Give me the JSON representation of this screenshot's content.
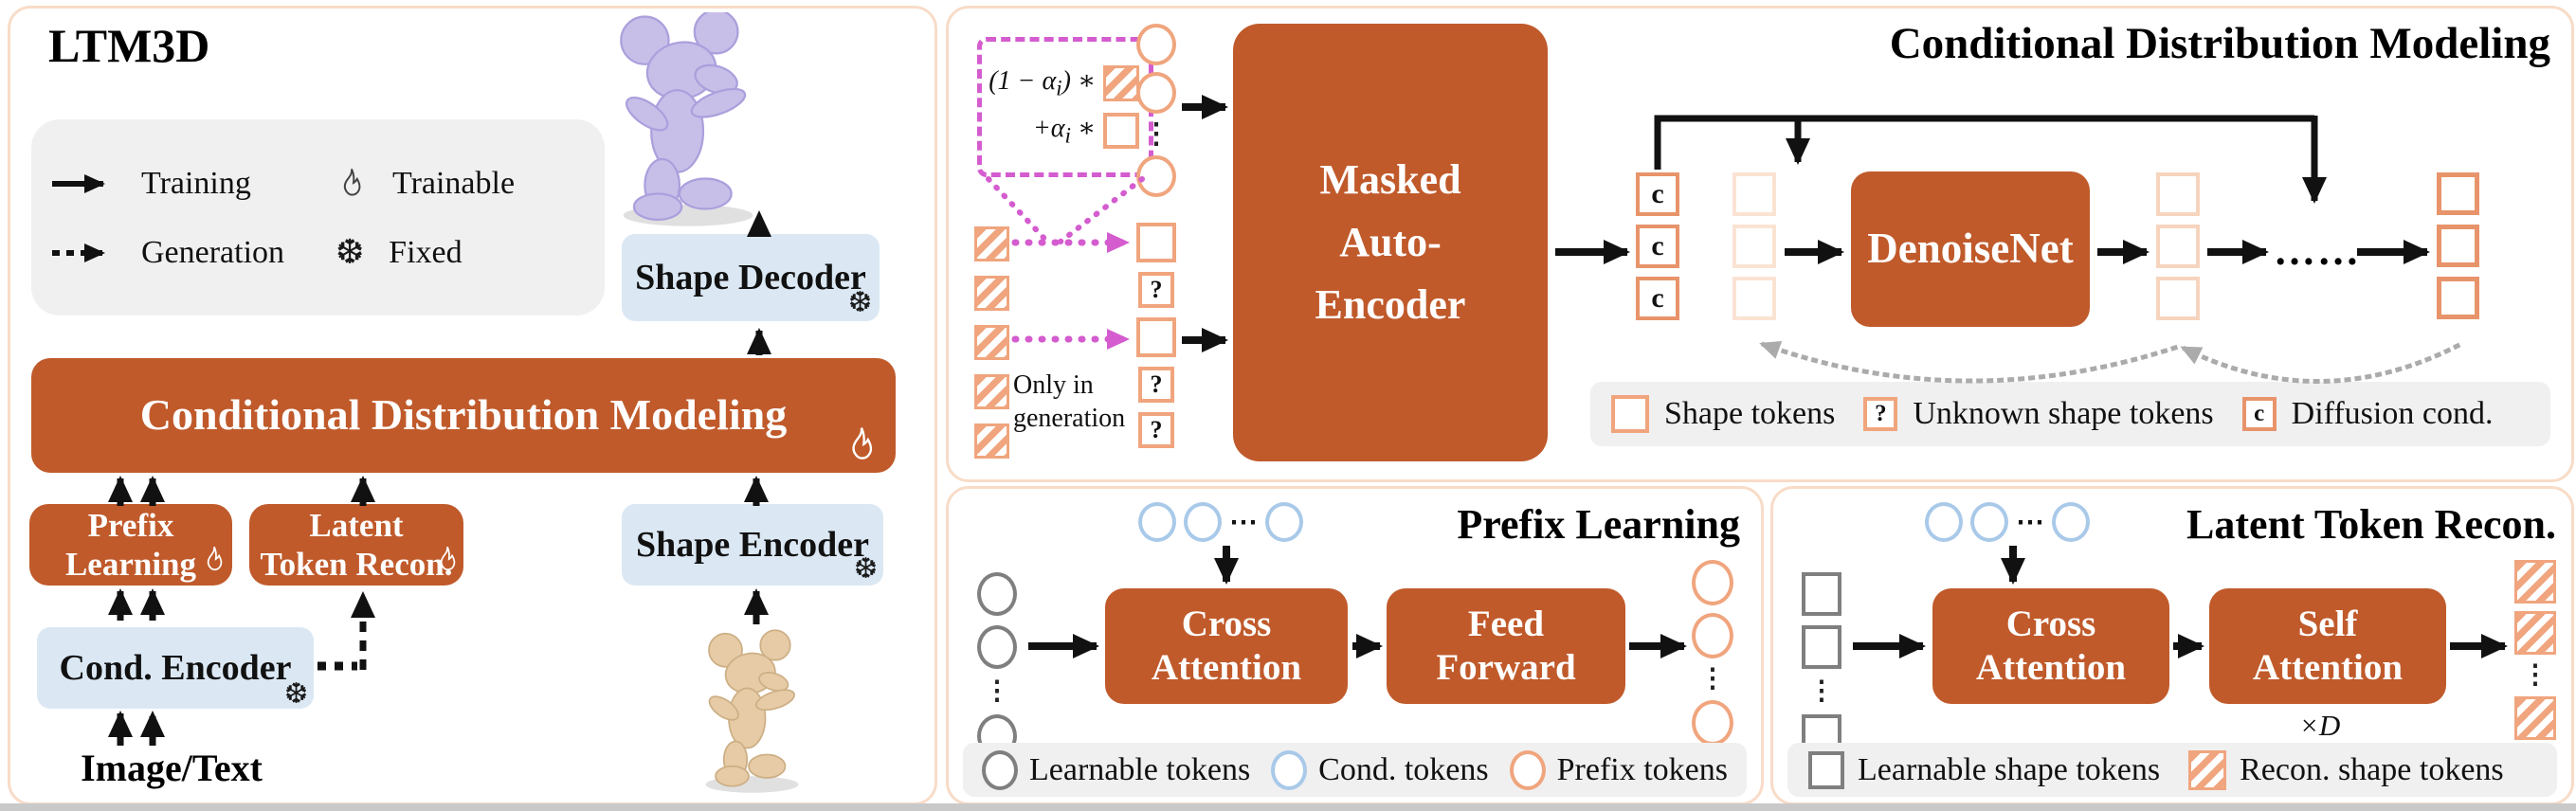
{
  "figure": {
    "name": "LTM3D architecture figure",
    "glyphs": {
      "vdots": "⋮",
      "hdots": "⋯",
      "dots": "……"
    }
  },
  "colors": {
    "accent_orange": "#C05A2B",
    "token_salmon": "#F0A57E",
    "token_salmon_strong": "#E8946B",
    "token_faded": "#FAE3D3",
    "blue_box_fill": "#DBE8F4",
    "blue_circle_stroke": "#A9C9E9",
    "gray_stroke": "#7F7F7F",
    "magenta": "#D45CCF",
    "panel_border": "#F8DCC8",
    "legend_bg": "#F0F0F0",
    "arc_gray": "#ABABAB"
  },
  "icons": {
    "trainable": "flame-outline",
    "fixed": "snowflake ❆",
    "training_arrow": "solid-arrow",
    "generation_arrow": "dashed-arrow"
  },
  "left_panel": {
    "title": "LTM3D",
    "legend": {
      "training": "Training",
      "generation": "Generation",
      "trainable": "Trainable",
      "fixed": "Fixed"
    },
    "cdm": "Conditional Distribution Modeling",
    "prefix": {
      "line1": "Prefix",
      "line2": "Learning"
    },
    "latent": {
      "line1": "Latent",
      "line2": "Token Recon."
    },
    "shape_encoder": "Shape Encoder",
    "shape_decoder": "Shape Decoder",
    "cond_encoder": "Cond. Encoder",
    "input": "Image/Text"
  },
  "cdm_panel": {
    "title": "Conditional Distribution Modeling",
    "formula": {
      "line1_pre": "(1 − α",
      "line1_sub": "i",
      "line1_post": ") ∗",
      "line2_pre": "+α",
      "line2_sub": "i",
      "line2_post": " ∗"
    },
    "only_in": {
      "line1": "Only in",
      "line2": "generation"
    },
    "mae": {
      "line1": "Masked",
      "line2": "Auto-",
      "line3": "Encoder"
    },
    "denoisenet": "DenoiseNet",
    "c": "c",
    "q": "?",
    "dots": "……",
    "legend": {
      "shape": "Shape tokens",
      "unknown": "Unknown shape tokens",
      "cond": "Diffusion cond."
    }
  },
  "prefix_panel": {
    "title": "Prefix Learning",
    "cross": {
      "line1": "Cross",
      "line2": "Attention"
    },
    "feed": {
      "line1": "Feed",
      "line2": "Forward"
    },
    "legend": {
      "learnable": "Learnable tokens",
      "cond": "Cond. tokens",
      "prefix": "Prefix tokens"
    }
  },
  "latent_panel": {
    "title": "Latent Token Recon.",
    "cross": {
      "line1": "Cross",
      "line2": "Attention"
    },
    "self": {
      "line1": "Self",
      "line2": "Attention"
    },
    "xd": "×D",
    "legend": {
      "learnable": "Learnable shape tokens",
      "recon": "Recon. shape tokens"
    }
  }
}
